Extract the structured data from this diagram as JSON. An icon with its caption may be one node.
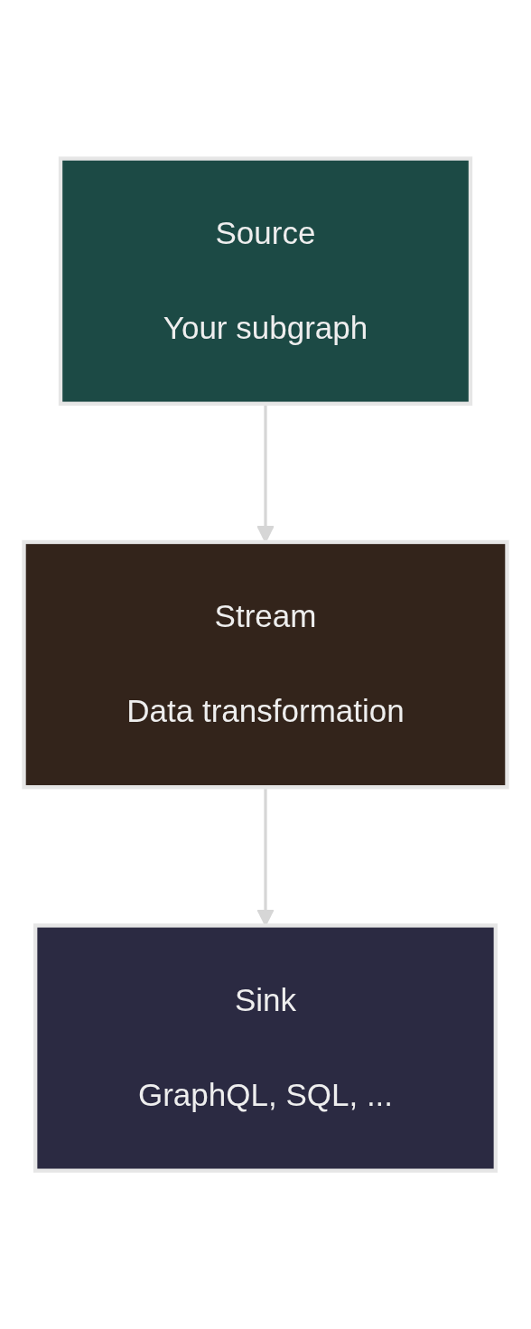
{
  "diagram": {
    "nodes": [
      {
        "text": [
          "Source",
          "Your subgraph"
        ]
      },
      {
        "text": [
          "Stream",
          "Data transformation"
        ]
      },
      {
        "text": [
          "Sink",
          "GraphQL, SQL, ..."
        ]
      }
    ],
    "edges": [
      {
        "from": 0,
        "to": 1,
        "arrow": "to"
      },
      {
        "from": 1,
        "to": 2,
        "arrow": "to"
      }
    ]
  }
}
